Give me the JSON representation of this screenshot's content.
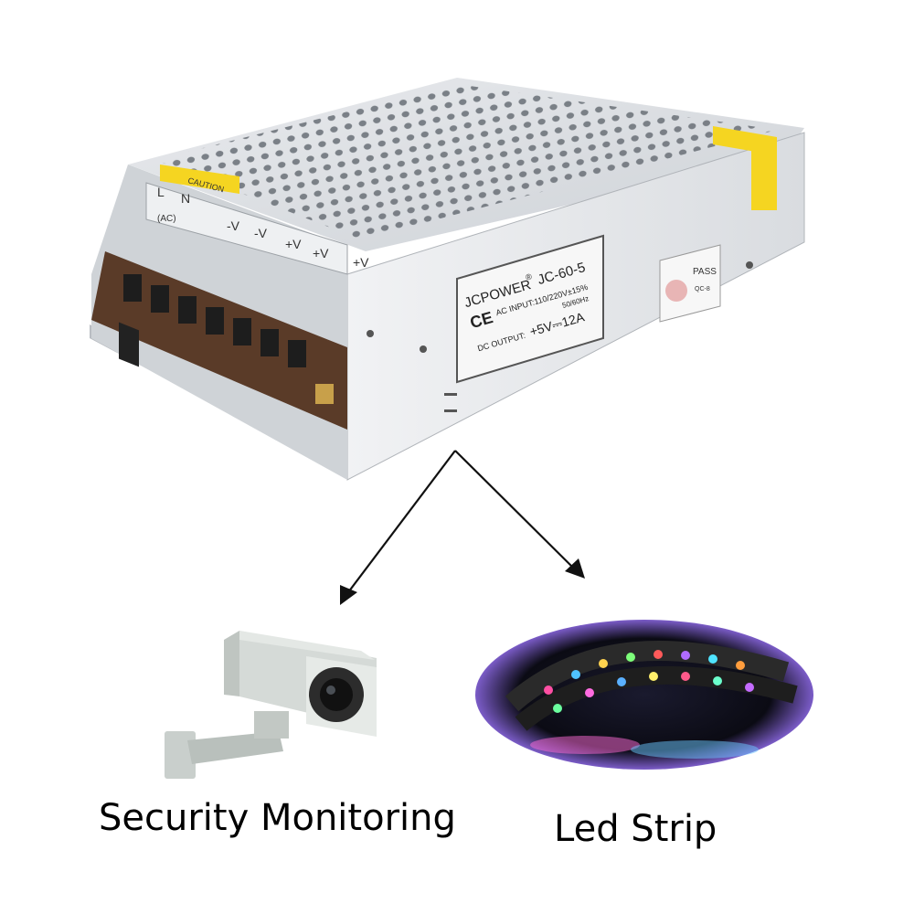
{
  "power_supply": {
    "brand": "JCPOWER",
    "registered_mark": "®",
    "model": "JC-60-5",
    "ce_mark": "CE",
    "ac_input": "AC INPUT:110/220V±15%",
    "frequency": "50/60Hz",
    "dc_output_label": "DC OUTPUT:",
    "dc_output_value": "+5V⎓12A",
    "pass_label": "PASS",
    "qc_label": "QC-8",
    "caution_label": "CAUTION",
    "terminal_labels": [
      "L",
      "N",
      "(AC)",
      "-V",
      "-V",
      "+V",
      "+V",
      "+V"
    ]
  },
  "targets": [
    {
      "caption": "Security Monitoring",
      "icon": "security-camera-icon"
    },
    {
      "caption": "Led Strip",
      "icon": "led-strip-icon"
    }
  ]
}
